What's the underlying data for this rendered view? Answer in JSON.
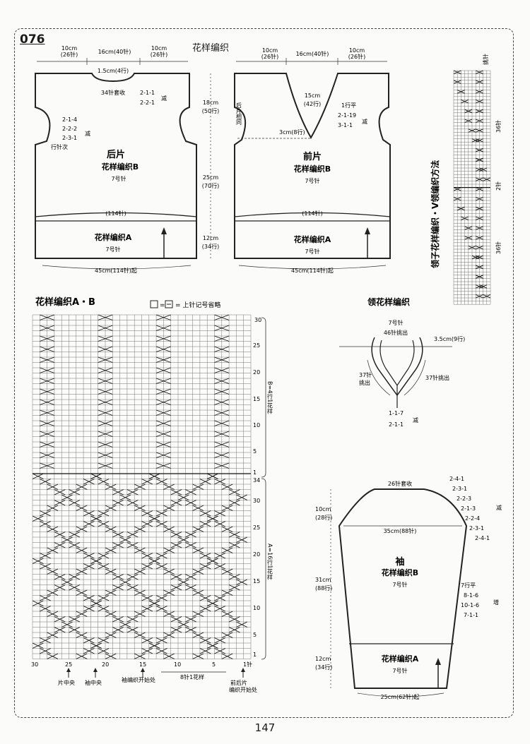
{
  "page_code": "076",
  "page_number": "147",
  "top_title": "花样编织",
  "back": {
    "name": "后片",
    "pattern": "花样编织B",
    "needle": "7号针",
    "top_dims": [
      "10cm",
      "(26针)",
      "16cm(40针)",
      "10cm",
      "(26针)"
    ],
    "neck_depth": "1.5cm(4行)",
    "neck_bind": "34针套收",
    "neck_dec": [
      "2-1-1",
      "2-2-1"
    ],
    "dec": "减",
    "arm_dec": [
      "2-1-4",
      "2-2-2",
      "2-3-1",
      "行针次"
    ],
    "stitch_count": "(114针)",
    "hem_pattern": "花样编织A",
    "hem_needle": "7号针",
    "cast_on": "45cm(114针)起"
  },
  "vertical_dims": [
    "18cm",
    "(50行)",
    "25cm",
    "(70行)",
    "12cm",
    "(34行)"
  ],
  "front": {
    "name": "前片",
    "pattern": "花样编织B",
    "needle": "7号针",
    "top_dims": [
      "10cm",
      "(26针)",
      "16cm(40针)",
      "10cm",
      "(26针)"
    ],
    "side_note": "后片相同",
    "neck_depth": [
      "15cm",
      "(42行)"
    ],
    "neck_rows": [
      "1行平",
      "2-1-19",
      "3-1-1"
    ],
    "dec": "减",
    "v_bottom": "3cm(8行)",
    "stitch_count": "(114针)",
    "hem_pattern": "花样编织A",
    "hem_needle": "7号针",
    "cast_on": "45cm(114针)起"
  },
  "vneck_chart": {
    "title": "领子花样编织・V领编织方法",
    "labels": [
      "挑针",
      "36针",
      "2针",
      "36针"
    ]
  },
  "chart_ab": {
    "title": "花样编织A・B",
    "legend_eq": "=",
    "legend_text": "= 上针记号省略",
    "row_ticks_top": [
      "30",
      "25",
      "20",
      "15",
      "10",
      "5",
      "1"
    ],
    "row_ticks_bottom": [
      "34",
      "30",
      "25",
      "20",
      "15",
      "10",
      "5",
      "1"
    ],
    "col_ticks": [
      "30",
      "25",
      "20",
      "15",
      "10",
      "5",
      "1针"
    ],
    "b_note": "B=4行1花样",
    "a_note": "A=16行1花样",
    "bottom_labels": [
      "片中央",
      "袖中央",
      "袖编织开始处",
      "8针1花样",
      "前后片",
      "编织开始处"
    ]
  },
  "collar": {
    "title": "领花样编织",
    "needle": "7号针",
    "pickup_top": "46针挑出",
    "width": "3.5cm(9行)",
    "left_pick": [
      "37针",
      "挑出"
    ],
    "right_pick": "37针挑出",
    "dec_rows": [
      "1-1-7",
      "2-1-1"
    ],
    "dec": "减"
  },
  "sleeve": {
    "name": "袖",
    "pattern": "花样编织B",
    "needle": "7号针",
    "top_bind": "26针套收",
    "cap_rows": [
      "2-4-1",
      "2-3-1",
      "2-2-3",
      "2-1-3",
      "2-2-4",
      "2-3-1",
      "2-4-1"
    ],
    "dec": "减",
    "width": "35cm(88针)",
    "dims": [
      "10cm",
      "(28行)",
      "31cm",
      "(88行)",
      "12cm",
      "(34行)"
    ],
    "inc_rows": [
      "7行平",
      "8-1-6",
      "10-1-6",
      "7-1-1"
    ],
    "inc": "增",
    "hem_pattern": "花样编织A",
    "hem_needle": "7号针",
    "cast_on": "25cm(62针)起"
  }
}
